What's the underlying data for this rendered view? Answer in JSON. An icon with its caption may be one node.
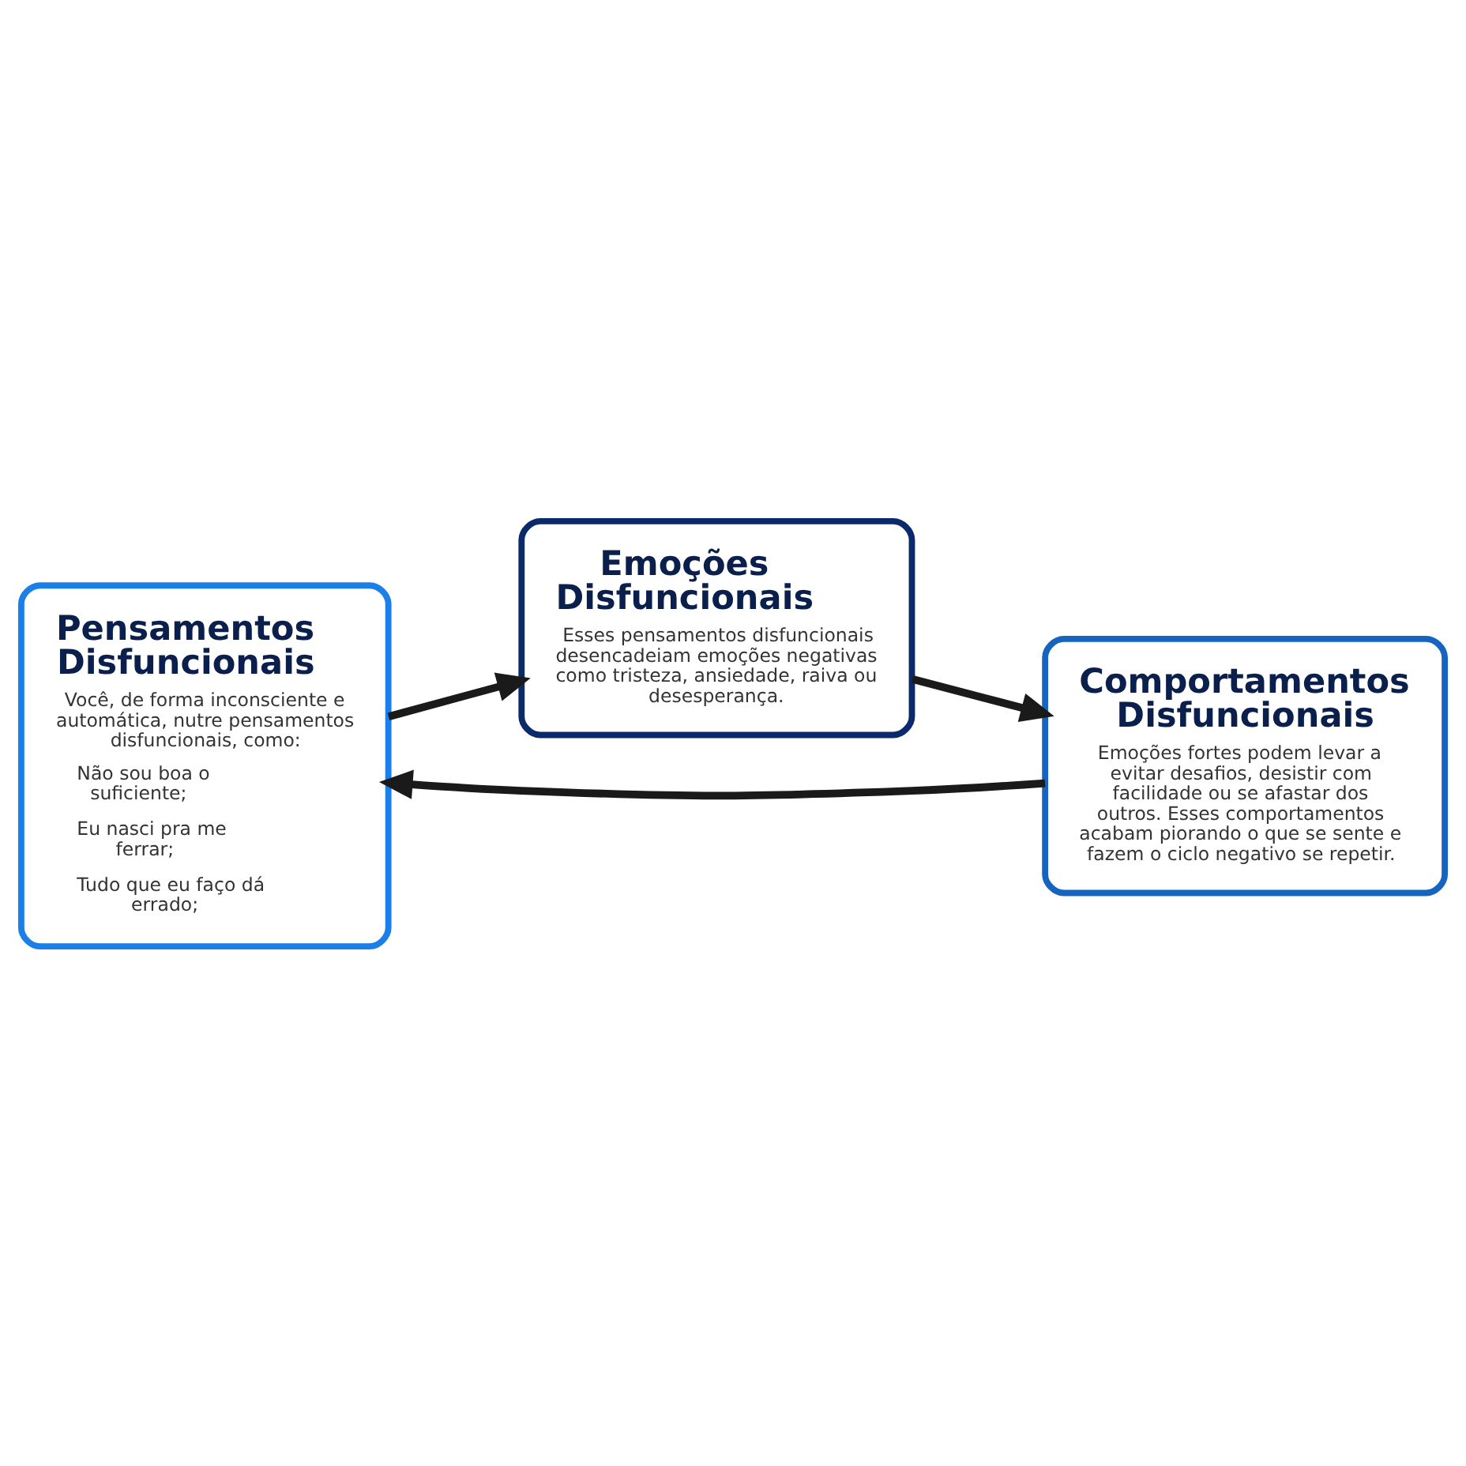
{
  "diagram": {
    "nodes": [
      {
        "text": [
          "Pensamentos Disfuncionais",
          "Você, de forma inconsciente e automática, nutre pensamentos disfuncionais, como:",
          "Não sou boa o suficiente;",
          "Eu nasci pra me ferrar;",
          "Tudo que eu faço dá errado;"
        ]
      },
      {
        "text": [
          "Emoções Disfuncionais",
          "Esses pensamentos disfuncionais desencadeiam emoções negativas como tristeza, ansiedade, raiva ou desesperança."
        ]
      },
      {
        "text": [
          "Comportamentos Disfuncionais",
          "Emoções fortes podem levar a evitar desafios, desistir com facilidade ou se afastar dos outros. Esses comportamentos acabam piorando o que se sente e fazem o ciclo negativo se repetir."
        ]
      }
    ],
    "edges": [
      {
        "from": 0,
        "to": 1,
        "arrow": "to"
      },
      {
        "from": 1,
        "to": 2,
        "arrow": "to"
      },
      {
        "from": 2,
        "to": 0,
        "arrow": "to"
      }
    ]
  }
}
